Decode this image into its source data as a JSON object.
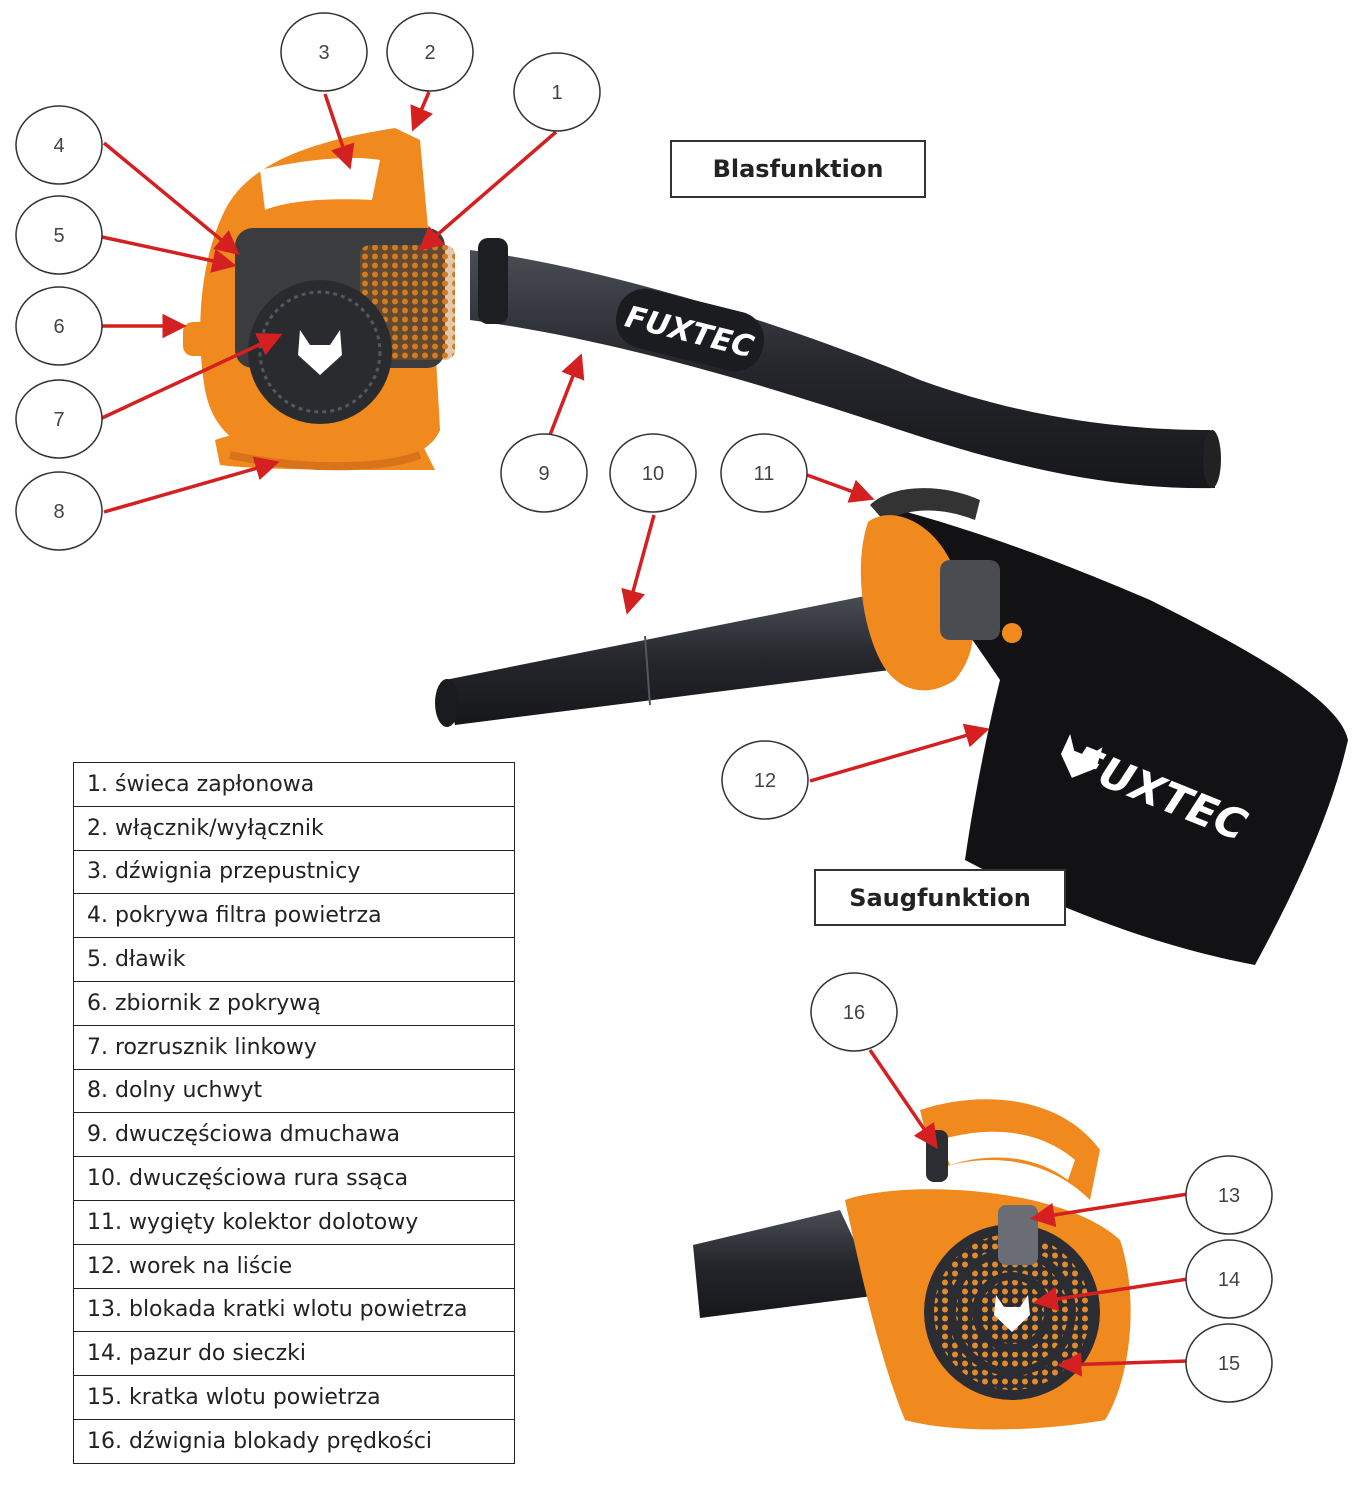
{
  "labels": {
    "blow_mode": "Blasfunktion",
    "suction_mode": "Saugfunktion",
    "brand": "FUXTEC"
  },
  "callouts": [
    "1",
    "2",
    "3",
    "4",
    "5",
    "6",
    "7",
    "8",
    "9",
    "10",
    "11",
    "12",
    "13",
    "14",
    "15",
    "16"
  ],
  "legend": [
    "1. świeca zapłonowa",
    "2. włącznik/wyłącznik",
    "3. dźwignia przepustnicy",
    "4. pokrywa filtra powietrza",
    "5. dławik",
    "6. zbiornik z pokrywą",
    "7. rozrusznik linkowy",
    "8. dolny uchwyt",
    "9. dwuczęściowa dmuchawa",
    "10. dwuczęściowa rura ssąca",
    "11. wygięty kolektor dolotowy",
    "12. worek na liście",
    "13. blokada kratki wlotu powietrza",
    "14. pazur do sieczki",
    "15. kratka wlotu powietrza",
    "16. dźwignia blokady prędkości"
  ],
  "colors": {
    "body_orange": "#f08a1e",
    "dark_tube": "#2b2d33",
    "arrow_red": "#d42020",
    "outline": "#333333"
  }
}
